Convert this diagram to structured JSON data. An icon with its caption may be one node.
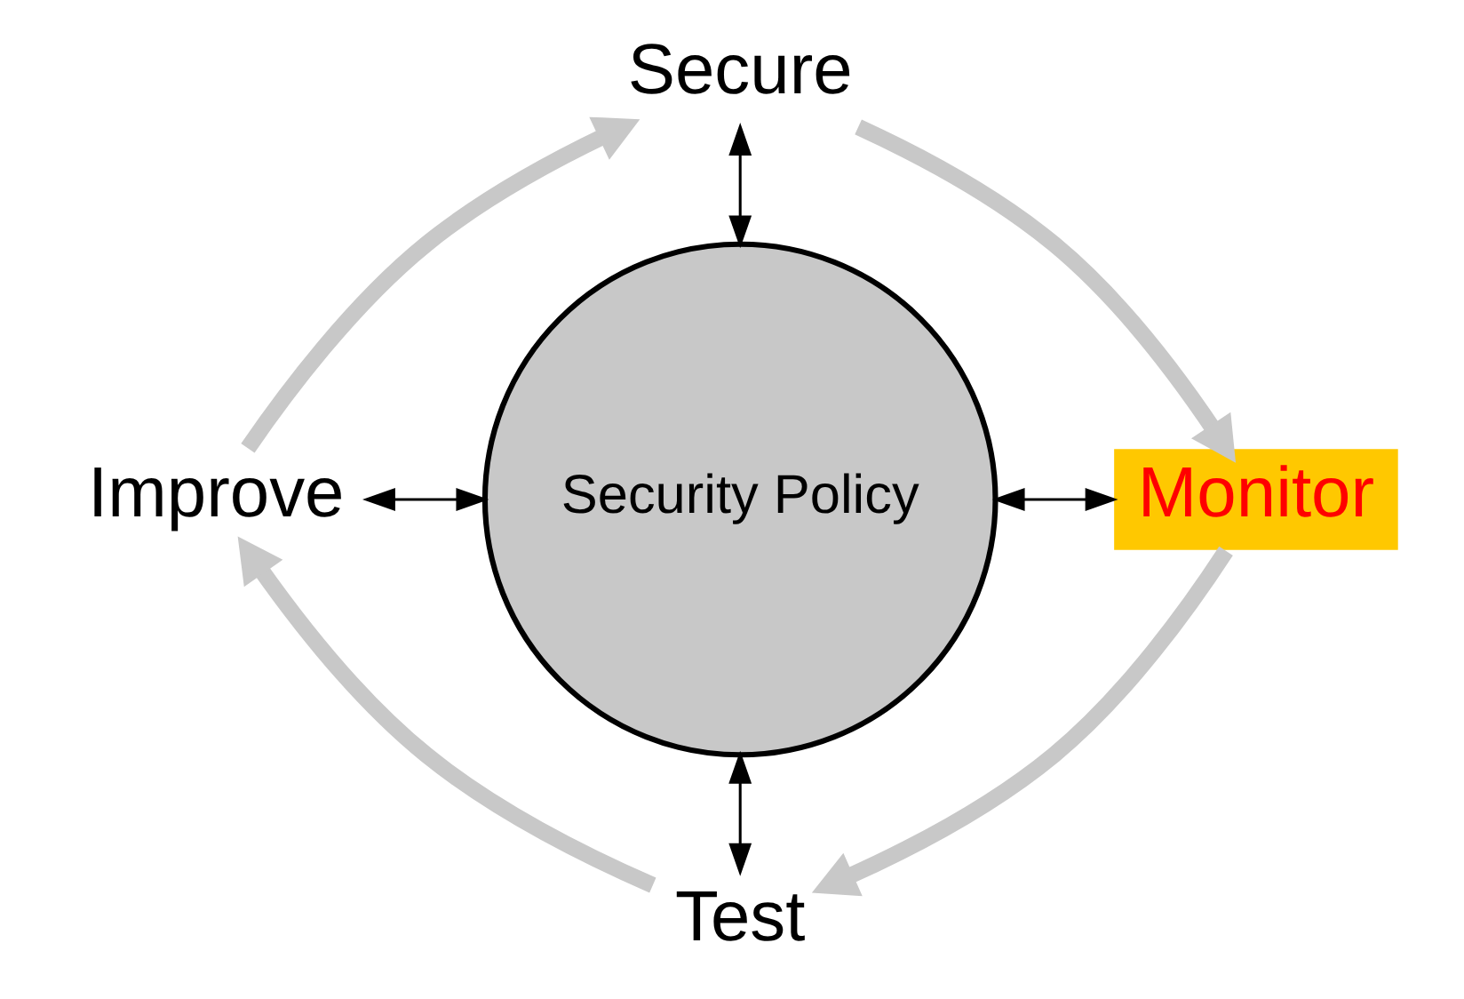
{
  "diagram": {
    "nodes": [
      {
        "text": [
          "Security Policy"
        ]
      },
      {
        "text": [
          "Secure"
        ]
      },
      {
        "text": [
          "Monitor"
        ]
      },
      {
        "text": [
          "Test"
        ]
      },
      {
        "text": [
          "Improve"
        ]
      }
    ],
    "edges": [
      {
        "from": 1,
        "to": 0,
        "arrow": "both"
      },
      {
        "from": 0,
        "to": 2,
        "arrow": "both"
      },
      {
        "from": 0,
        "to": 3,
        "arrow": "both"
      },
      {
        "from": 4,
        "to": 0,
        "arrow": "both"
      },
      {
        "from": 1,
        "to": 2,
        "arrow": "to",
        "style": "thick",
        "color": "#c8c8c8"
      },
      {
        "from": 2,
        "to": 3,
        "arrow": "to",
        "style": "thick",
        "color": "#c8c8c8"
      },
      {
        "from": 3,
        "to": 4,
        "arrow": "to",
        "style": "thick",
        "color": "#c8c8c8"
      },
      {
        "from": 4,
        "to": 1,
        "arrow": "to",
        "style": "thick",
        "color": "#c8c8c8"
      }
    ]
  }
}
